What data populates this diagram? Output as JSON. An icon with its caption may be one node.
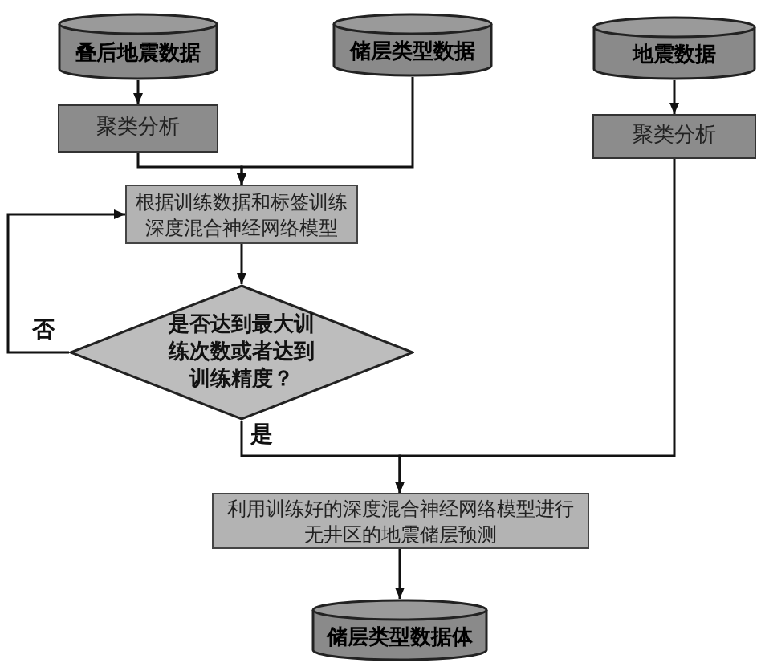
{
  "diagram": {
    "nodes": [
      {
        "text": [
          "叠后地震数据"
        ]
      },
      {
        "text": [
          "储层类型数据"
        ]
      },
      {
        "text": [
          "地震数据"
        ]
      },
      {
        "text": [
          "聚类分析"
        ]
      },
      {
        "text": [
          "聚类分析"
        ]
      },
      {
        "text": [
          "根据训练数据和标签训练深度混合神经网络模型"
        ]
      },
      {
        "text": [
          "是否达到最大训练次数或者达到训练精度？"
        ]
      },
      {
        "text": [
          "利用训练好的深度混合神经网络模型进行无井区的地震储层预测"
        ]
      },
      {
        "text": [
          "储层类型数据体"
        ]
      }
    ],
    "edges": [
      {
        "from": 0,
        "to": 3,
        "arrow": "to"
      },
      {
        "from": 2,
        "to": 4,
        "arrow": "to"
      },
      {
        "from": 3,
        "to": 5,
        "arrow": "to"
      },
      {
        "from": 1,
        "to": 5,
        "arrow": "to"
      },
      {
        "from": 5,
        "to": 6,
        "arrow": "to"
      },
      {
        "from": 6,
        "to": 5,
        "arrow": "to",
        "label": "否"
      },
      {
        "from": 6,
        "to": 7,
        "arrow": "to",
        "label": "是"
      },
      {
        "from": 4,
        "to": 7,
        "arrow": "to"
      },
      {
        "from": 7,
        "to": 8,
        "arrow": "to"
      }
    ]
  }
}
